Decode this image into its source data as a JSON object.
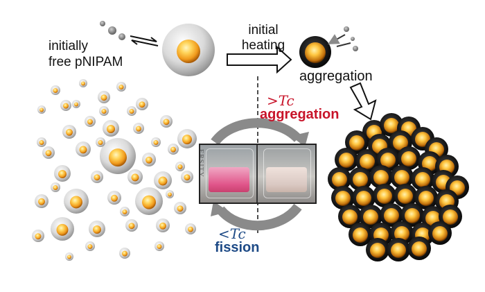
{
  "labels": {
    "free_pnipam": [
      "initially",
      "free pNIPAM"
    ],
    "initial_heating": [
      "initial",
      "heating"
    ],
    "aggregation": "aggregation",
    "above_tc_symbol": ">Tc",
    "above_tc_word": "aggregation",
    "below_tc_symbol": "<Tc",
    "below_tc_word": "fission"
  },
  "colors": {
    "hot": "#c8142a",
    "cold": "#1d4a86",
    "core": "#f5a623",
    "shell": "#b9b9b9",
    "cycle_arrow": "#8a8a8a"
  },
  "photo": {
    "left_vial": "pink solution (dispersed)",
    "right_vial": "pale solution (aggregated)"
  }
}
